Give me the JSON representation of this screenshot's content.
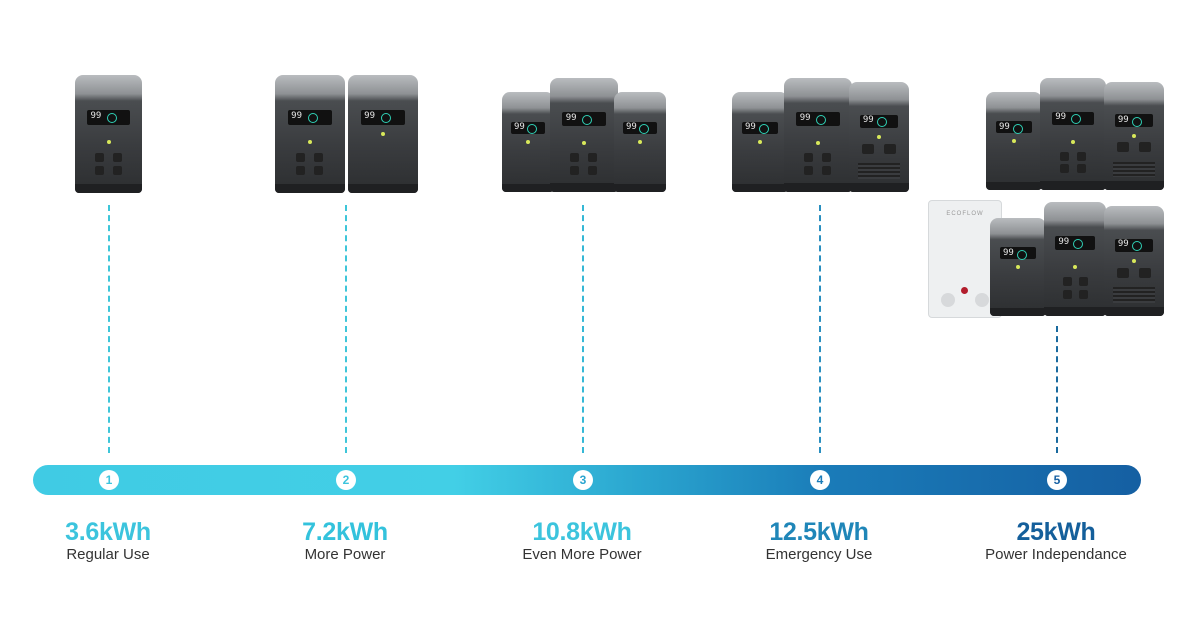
{
  "stages": [
    {
      "step": "1",
      "capacity": "3.6kWh",
      "label": "Regular Use",
      "color": "#3cc4dd"
    },
    {
      "step": "2",
      "capacity": "7.2kWh",
      "label": "More Power",
      "color": "#33c2dc"
    },
    {
      "step": "3",
      "capacity": "10.8kWh",
      "label": "Even More Power",
      "color": "#3cc4dd"
    },
    {
      "step": "4",
      "capacity": "12.5kWh",
      "label": "Emergency Use",
      "color": "#1f86b8"
    },
    {
      "step": "5",
      "capacity": "25kWh",
      "label": "Power Independance",
      "color": "#145f9b"
    }
  ],
  "devices": {
    "screen_reading": "99",
    "panel_brand": "ECOFLOW"
  },
  "colors": {
    "bar_start": "#40cbe4",
    "bar_end": "#155fa2",
    "line_light": "#3ec6d9",
    "line_dark": "#1a6a9e"
  }
}
